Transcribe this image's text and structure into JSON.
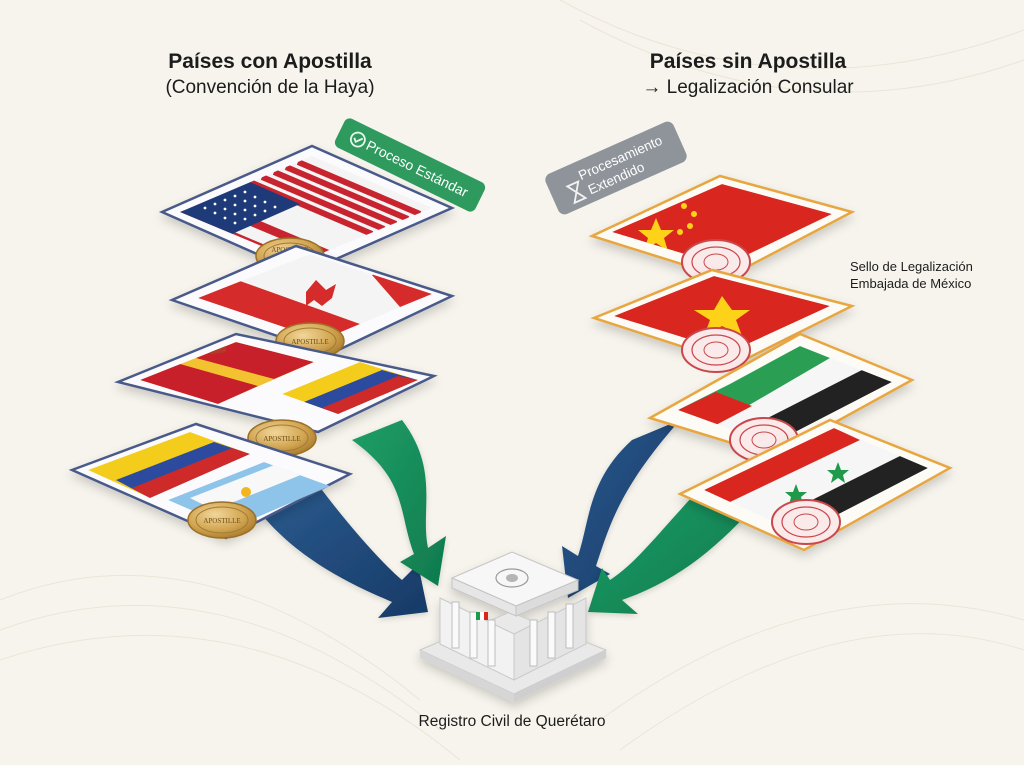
{
  "left_column": {
    "title": "Países con Apostilla",
    "subtitle": "(Convención de la Haya)",
    "badge": "Proceso Estándar",
    "stamp_text": "APOSTILLE",
    "flags": [
      "Estados Unidos",
      "Canadá",
      "España",
      "Colombia",
      "Colombia",
      "Argentina"
    ]
  },
  "right_column": {
    "title": "Países sin Apostilla",
    "subtitle": "→ Legalización Consular",
    "badge_line1": "Procesamiento",
    "badge_line2": "Extendido",
    "seal_label_line1": "Sello de Legalización",
    "seal_label_line2": "Embajada de México",
    "flags": [
      "China",
      "Vietnam",
      "Emiratos Árabes Unidos",
      "Siria"
    ]
  },
  "destination": {
    "label": "Registro Civil de Querétaro"
  },
  "colors": {
    "background": "#f6f4ec",
    "card_blue_border": "#4a5a8a",
    "card_orange_border": "#e8a640",
    "badge_green": "#2e9a5e",
    "badge_gray": "#8e949a",
    "arrow_navy": "#1d4170",
    "arrow_green": "#168858",
    "stamp_gold": "#c9a04a",
    "seal_red": "#c8484c"
  }
}
